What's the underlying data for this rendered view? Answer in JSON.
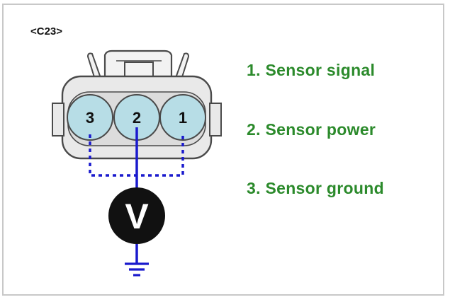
{
  "connector": {
    "id_label": "<C23>"
  },
  "pins": [
    {
      "number": "3"
    },
    {
      "number": "2"
    },
    {
      "number": "1"
    }
  ],
  "meter": {
    "label": "V"
  },
  "legend": {
    "items": [
      {
        "text": "1. Sensor signal"
      },
      {
        "text": "2. Sensor power"
      },
      {
        "text": "3. Sensor ground"
      }
    ]
  },
  "colors": {
    "legend_text": "#2b8a2b",
    "wire": "#1a1acd",
    "pin_fill": "#b7dde6",
    "housing_fill": "#e9e9e9",
    "housing_stroke": "#4a4a4a",
    "meter_fill": "#111111",
    "meter_text": "#ffffff"
  },
  "icons": [
    "voltmeter-icon",
    "ground-symbol-icon",
    "connector-housing-icon"
  ]
}
